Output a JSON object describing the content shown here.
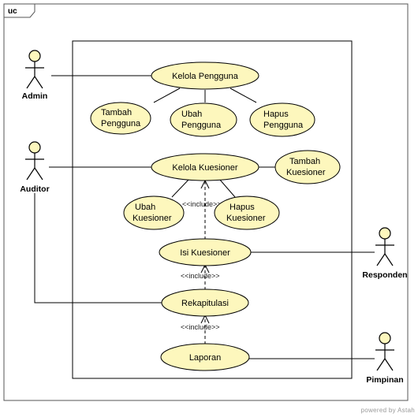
{
  "frame": {
    "label": "uc"
  },
  "actors": {
    "admin": "Admin",
    "auditor": "Auditor",
    "responden": "Responden",
    "pimpinan": "Pimpinan"
  },
  "usecases": {
    "kelola_pengguna": "Kelola Pengguna",
    "tambah_pengguna": [
      "Tambah",
      "Pengguna"
    ],
    "ubah_pengguna": [
      "Ubah",
      "Pengguna"
    ],
    "hapus_pengguna": [
      "Hapus",
      "Pengguna"
    ],
    "kelola_kuesioner": "Kelola Kuesioner",
    "tambah_kuesioner": [
      "Tambah",
      "Kuesioner"
    ],
    "ubah_kuesioner": [
      "Ubah",
      "Kuesioner"
    ],
    "hapus_kuesioner": [
      "Hapus",
      "Kuesioner"
    ],
    "isi_kuesioner": "Isi Kuesioner",
    "rekapitulasi": "Rekapitulasi",
    "laporan": "Laporan"
  },
  "stereotypes": {
    "include_1": "<<include>>",
    "include_2": "<<include>>",
    "include_3": "<<include>>"
  },
  "watermark": "powered by Astah",
  "colors": {
    "usecase_fill": "#fdf7bd",
    "actor_fill": "#fdf7bd",
    "line": "#000000",
    "frame": "#555555"
  }
}
